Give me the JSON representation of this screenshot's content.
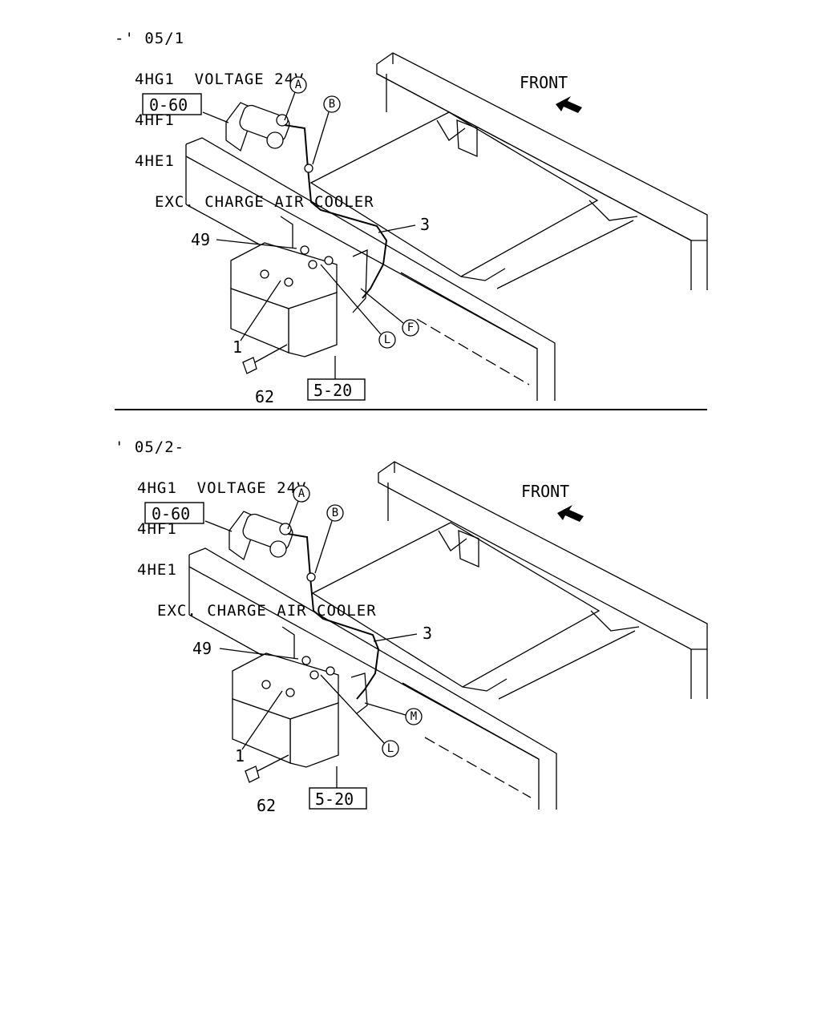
{
  "diagrams": [
    {
      "header": {
        "range": "-' 05/1",
        "engine_1": "4HG1  VOLTAGE 24V",
        "engine_2": "4HF1",
        "engine_3": "4HE1",
        "note": "EXC. CHARGE AIR COOLER"
      },
      "front_label": "FRONT",
      "ref_boxes": [
        "0-60",
        "5-20"
      ],
      "callout_letters": [
        "A",
        "B",
        "F",
        "L"
      ],
      "part_numbers": [
        "1",
        "3",
        "49",
        "62"
      ]
    },
    {
      "header": {
        "range": "' 05/2-",
        "engine_1": "4HG1  VOLTAGE 24V",
        "engine_2": "4HF1",
        "engine_3": "4HE1",
        "note": "EXC. CHARGE AIR COOLER"
      },
      "front_label": "FRONT",
      "ref_boxes": [
        "0-60",
        "5-20"
      ],
      "callout_letters": [
        "A",
        "B",
        "M",
        "L"
      ],
      "part_numbers": [
        "1",
        "3",
        "49",
        "62"
      ]
    }
  ]
}
